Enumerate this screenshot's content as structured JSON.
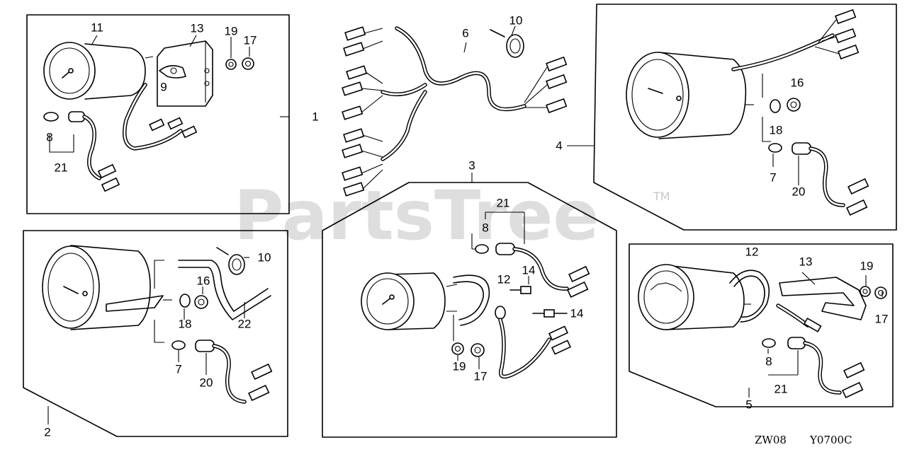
{
  "watermark": {
    "text": "PartsTree",
    "trademark": "TM"
  },
  "diagram_code": {
    "left": "ZW08",
    "right": "Y0700C"
  },
  "groups": [
    {
      "id": "1",
      "label": "1",
      "parts": [
        "11",
        "13",
        "19",
        "17",
        "9",
        "8",
        "21"
      ]
    },
    {
      "id": "2",
      "label": "2",
      "parts": [
        "10",
        "16",
        "18",
        "22",
        "7",
        "20"
      ]
    },
    {
      "id": "3",
      "label": "3",
      "parts": [
        "21",
        "8",
        "12",
        "14",
        "14",
        "19",
        "17"
      ]
    },
    {
      "id": "4",
      "label": "4",
      "parts": [
        "16",
        "18",
        "7",
        "20"
      ]
    },
    {
      "id": "5",
      "label": "5",
      "parts": [
        "12",
        "13",
        "19",
        "17",
        "8",
        "21"
      ]
    },
    {
      "id": "6",
      "label": "6",
      "parts": [
        "10"
      ]
    }
  ],
  "labels": {
    "g1_11": "11",
    "g1_13": "13",
    "g1_19": "19",
    "g1_17": "17",
    "g1_9": "9",
    "g1_8": "8",
    "g1_21": "21",
    "g1_group": "1",
    "g6_10": "10",
    "g6_6": "6",
    "g4_16": "16",
    "g4_18": "18",
    "g4_7": "7",
    "g4_20": "20",
    "g4_group": "4",
    "g2_10": "10",
    "g2_16": "16",
    "g2_18": "18",
    "g2_22": "22",
    "g2_7": "7",
    "g2_20": "20",
    "g2_group": "2",
    "g3_group": "3",
    "g3_21": "21",
    "g3_8": "8",
    "g3_12": "12",
    "g3_14a": "14",
    "g3_14b": "14",
    "g3_19": "19",
    "g3_17": "17",
    "g5_12": "12",
    "g5_13": "13",
    "g5_19": "19",
    "g5_17": "17",
    "g5_8": "8",
    "g5_21": "21",
    "g5_group": "5"
  }
}
